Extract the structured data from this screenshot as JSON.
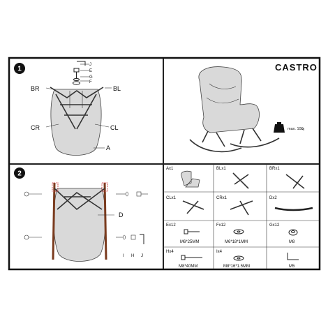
{
  "header": {
    "product_name": "CASTRO",
    "max_load": "max. 100",
    "max_load_unit": "kg"
  },
  "steps": {
    "one": "1",
    "two": "2"
  },
  "step1_labels": {
    "j": "J",
    "e": "E",
    "g": "G",
    "f": "F",
    "br": "BR",
    "bl": "BL",
    "cr": "CR",
    "cl": "CL",
    "a": "A"
  },
  "step2_labels": {
    "d": "D",
    "i": "I",
    "h": "H",
    "j": "J"
  },
  "parts": [
    {
      "code": "Ax1",
      "desc": ""
    },
    {
      "code": "BLx1",
      "desc": ""
    },
    {
      "code": "BRx1",
      "desc": ""
    },
    {
      "code": "CLx1",
      "desc": ""
    },
    {
      "code": "CRx1",
      "desc": ""
    },
    {
      "code": "Dx2",
      "desc": ""
    },
    {
      "code": "Ex12",
      "desc": "M6*25MM"
    },
    {
      "code": "Fx12",
      "desc": "M6*18*1MM"
    },
    {
      "code": "Gx12",
      "desc": "M8"
    },
    {
      "code": "Hx4",
      "desc": "M8*40MM"
    },
    {
      "code": "Ix4",
      "desc": "M8*16*1.5MM"
    },
    {
      "code": "",
      "desc": "M5"
    }
  ],
  "colors": {
    "line": "#222222",
    "badge": "#111111",
    "fabric": "#d9d9d9"
  },
  "icons": [
    "weight-icon",
    "bolt-icon",
    "washer-icon",
    "nut-icon",
    "allen-key-icon"
  ]
}
